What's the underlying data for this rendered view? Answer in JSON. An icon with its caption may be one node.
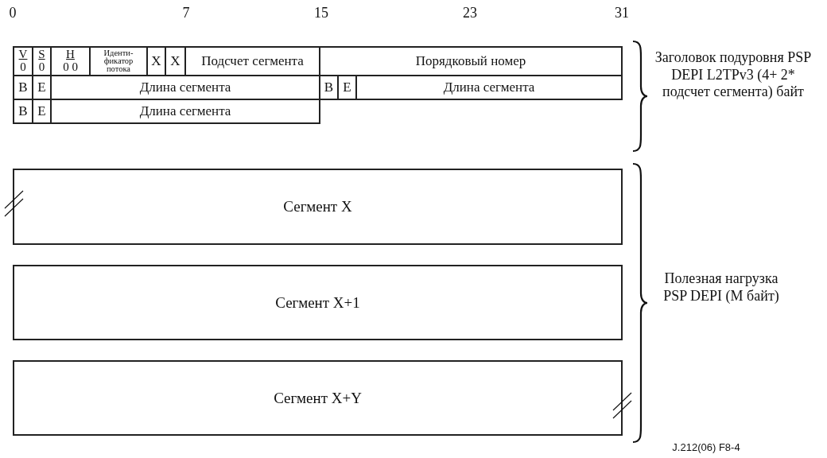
{
  "diagram": {
    "nodes": [
      {
        "text": [
          "V",
          "0"
        ]
      },
      {
        "text": [
          "S",
          "0"
        ]
      },
      {
        "text": [
          "H",
          "0 0"
        ]
      },
      {
        "text": [
          "Иденти-фикатор потока"
        ]
      },
      {
        "text": [
          "X"
        ]
      },
      {
        "text": [
          "X"
        ]
      },
      {
        "text": [
          "Подсчет сегмента"
        ]
      },
      {
        "text": [
          "Порядковый номер"
        ]
      },
      {
        "text": [
          "B"
        ]
      },
      {
        "text": [
          "E"
        ]
      },
      {
        "text": [
          "Длина сегмента"
        ]
      },
      {
        "text": [
          "B"
        ]
      },
      {
        "text": [
          "E"
        ]
      },
      {
        "text": [
          "Длина сегмента"
        ]
      },
      {
        "text": [
          "B"
        ]
      },
      {
        "text": [
          "E"
        ]
      },
      {
        "text": [
          "Длина сегмента"
        ]
      },
      {
        "text": [
          "Сегмент X"
        ]
      },
      {
        "text": [
          "Сегмент X+1"
        ]
      },
      {
        "text": [
          "Сегмент X+Y"
        ]
      }
    ],
    "labels": [
      "0",
      "7",
      "15",
      "23",
      "31",
      "Заголовок подуровня PSP DEPI L2TPv3 (4+ 2* подсчет сегмента) байт",
      "Полезная нагрузка PSP DEPI (M байт)",
      "J.212(06) F8-4"
    ]
  }
}
